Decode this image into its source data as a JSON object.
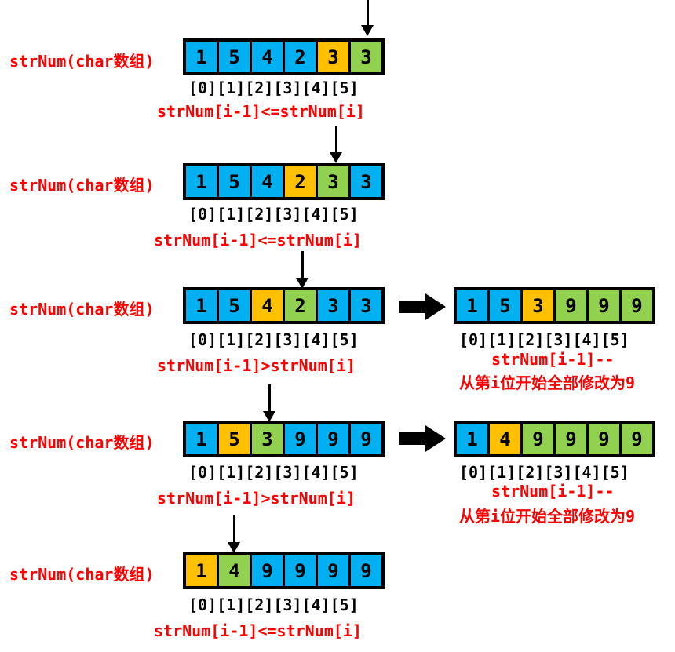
{
  "array_label": "strNum(char数组)",
  "index_labels": "[0][1][2][3][4][5]",
  "rows": [
    {
      "cells": [
        "1",
        "5",
        "4",
        "2",
        "3",
        "3"
      ],
      "colors": [
        "blue",
        "blue",
        "blue",
        "blue",
        "orange",
        "green"
      ],
      "condition": "strNum[i-1]<=strNum[i]"
    },
    {
      "cells": [
        "1",
        "5",
        "4",
        "2",
        "3",
        "3"
      ],
      "colors": [
        "blue",
        "blue",
        "blue",
        "orange",
        "green",
        "blue"
      ],
      "condition": "strNum[i-1]<=strNum[i]"
    },
    {
      "cells": [
        "1",
        "5",
        "4",
        "2",
        "3",
        "3"
      ],
      "colors": [
        "blue",
        "blue",
        "orange",
        "green",
        "blue",
        "blue"
      ],
      "condition": "strNum[i-1]>strNum[i]"
    },
    {
      "cells": [
        "1",
        "5",
        "3",
        "9",
        "9",
        "9"
      ],
      "colors": [
        "blue",
        "orange",
        "green",
        "blue",
        "blue",
        "blue"
      ],
      "condition": "strNum[i-1]>strNum[i]"
    },
    {
      "cells": [
        "1",
        "4",
        "9",
        "9",
        "9",
        "9"
      ],
      "colors": [
        "orange",
        "green",
        "blue",
        "blue",
        "blue",
        "blue"
      ],
      "condition": "strNum[i-1]<=strNum[i]"
    }
  ],
  "results": [
    {
      "cells": [
        "1",
        "5",
        "3",
        "9",
        "9",
        "9"
      ],
      "colors": [
        "blue",
        "blue",
        "orange",
        "green",
        "green",
        "green"
      ],
      "line1": "strNum[i-1]--",
      "line2": "从第i位开始全部修改为9"
    },
    {
      "cells": [
        "1",
        "4",
        "9",
        "9",
        "9",
        "9"
      ],
      "colors": [
        "blue",
        "orange",
        "green",
        "green",
        "green",
        "green"
      ],
      "line1": "strNum[i-1]--",
      "line2": "从第i位开始全部修改为9"
    }
  ]
}
